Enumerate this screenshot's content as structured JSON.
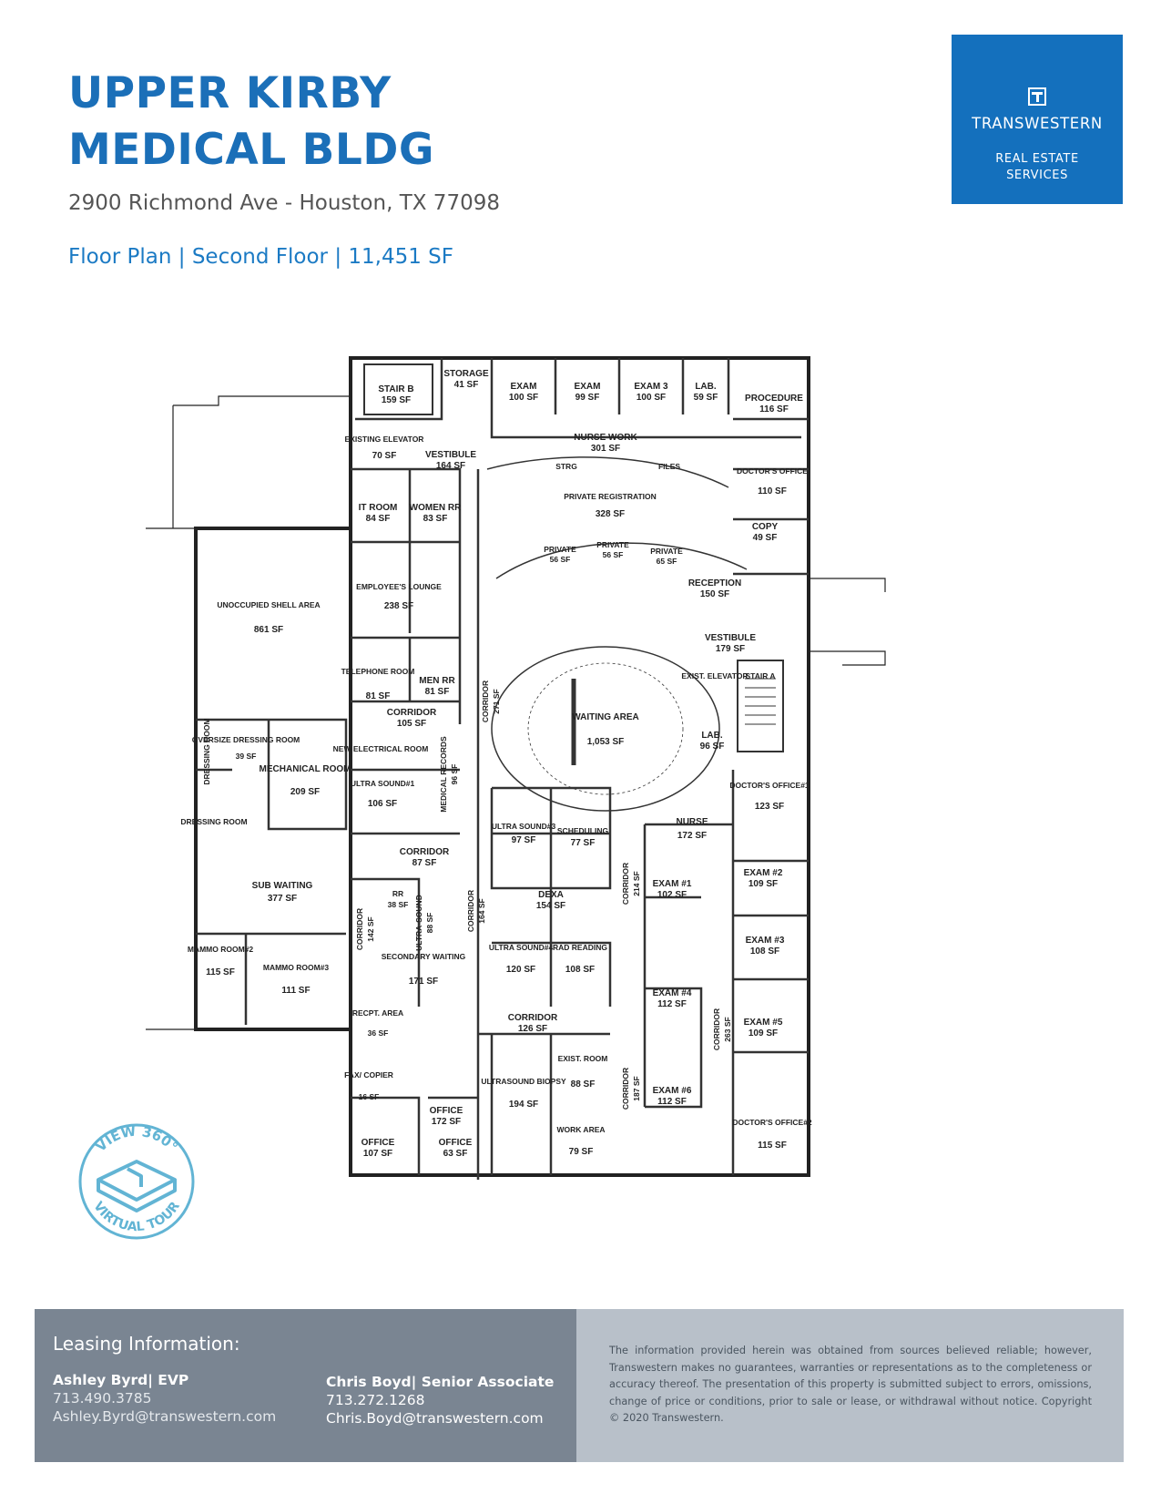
{
  "header": {
    "title_line1": "UPPER KIRBY",
    "title_line2": "MEDICAL BLDG",
    "address": "2900 Richmond Ave - Houston, TX 77098",
    "floor_info": "Floor Plan | Second Floor | 11,451 SF"
  },
  "logo": {
    "brand": "TRANSWESTERN",
    "tagline": "REAL ESTATE SERVICES",
    "colors": {
      "background": "#1470bd",
      "text": "#ffffff"
    }
  },
  "floorplan": {
    "rooms": [
      {
        "name": "STAIR B",
        "area": "159 SF"
      },
      {
        "name": "STORAGE",
        "area": "41 SF"
      },
      {
        "name": "EXAM",
        "area": "100 SF"
      },
      {
        "name": "EXAM",
        "area": "99 SF"
      },
      {
        "name": "EXAM 3",
        "area": "100 SF"
      },
      {
        "name": "LAB.",
        "area": "59 SF"
      },
      {
        "name": "PROCEDURE",
        "area": "116 SF"
      },
      {
        "name": "EXISTING ELEVATOR",
        "area": "70 SF"
      },
      {
        "name": "VESTIBULE",
        "area": "164 SF"
      },
      {
        "name": "NURSE WORK",
        "area": "301 SF"
      },
      {
        "name": "DOCTOR'S OFFICE",
        "area": "110 SF"
      },
      {
        "name": "IT ROOM",
        "area": "84 SF"
      },
      {
        "name": "WOMEN RR",
        "area": "83 SF"
      },
      {
        "name": "PRIVATE REGISTRATION",
        "area": "328 SF"
      },
      {
        "name": "COPY",
        "area": "49 SF"
      },
      {
        "name": "PRIVATE",
        "area": "56 SF"
      },
      {
        "name": "PRIVATE",
        "area": "56 SF"
      },
      {
        "name": "PRIVATE",
        "area": "65 SF"
      },
      {
        "name": "UNOCCUPIED SHELL AREA",
        "area": "861 SF"
      },
      {
        "name": "EMPLOYEE'S LOUNGE",
        "area": "238 SF"
      },
      {
        "name": "RECEPTION",
        "area": "150 SF"
      },
      {
        "name": "VESTIBULE",
        "area": "179 SF"
      },
      {
        "name": "TELEPHONE ROOM",
        "area": "81 SF"
      },
      {
        "name": "MEN RR",
        "area": "81 SF"
      },
      {
        "name": "CORRIDOR",
        "area": "271 SF"
      },
      {
        "name": "EXIST. ELEVATOR",
        "area": ""
      },
      {
        "name": "STAIR A",
        "area": ""
      },
      {
        "name": "WAITING AREA",
        "area": "1,053 SF"
      },
      {
        "name": "CORRIDOR",
        "area": "105 SF"
      },
      {
        "name": "LAB.",
        "area": "96 SF"
      },
      {
        "name": "OVERSIZE DRESSING ROOM",
        "area": "39 SF"
      },
      {
        "name": "MECHANICAL ROOM",
        "area": "209 SF"
      },
      {
        "name": "NEW ELECTRICAL ROOM",
        "area": ""
      },
      {
        "name": "MEDICAL RECORDS",
        "area": "96 SF"
      },
      {
        "name": "ULTRA SOUND#1",
        "area": "106 SF"
      },
      {
        "name": "DOCTOR'S OFFICE#1",
        "area": "123 SF"
      },
      {
        "name": "ULTRA SOUND#3",
        "area": "97 SF"
      },
      {
        "name": "SCHEDULING",
        "area": "77 SF"
      },
      {
        "name": "NURSE",
        "area": "172 SF"
      },
      {
        "name": "CORRIDOR",
        "area": "87 SF"
      },
      {
        "name": "CORRIDOR",
        "area": "214 SF"
      },
      {
        "name": "EXAM #1",
        "area": "102 SF"
      },
      {
        "name": "EXAM #2",
        "area": "109 SF"
      },
      {
        "name": "SUB WAITING",
        "area": "377 SF"
      },
      {
        "name": "RR",
        "area": "38 SF"
      },
      {
        "name": "ULTRA-SOUND",
        "area": "88 SF"
      },
      {
        "name": "CORRIDOR",
        "area": "142 SF"
      },
      {
        "name": "CORRIDOR",
        "area": "164 SF"
      },
      {
        "name": "DEXA",
        "area": "154 SF"
      },
      {
        "name": "EXAM #3",
        "area": "108 SF"
      },
      {
        "name": "MAMMO ROOM#2",
        "area": "115 SF"
      },
      {
        "name": "MAMMO ROOM#3",
        "area": "111 SF"
      },
      {
        "name": "SECONDARY WAITING",
        "area": "171 SF"
      },
      {
        "name": "ULTRA SOUND#4",
        "area": "120 SF"
      },
      {
        "name": "RAD READING",
        "area": "108 SF"
      },
      {
        "name": "EXAM #4",
        "area": "112 SF"
      },
      {
        "name": "CORRIDOR",
        "area": "263 SF"
      },
      {
        "name": "RECPT. AREA",
        "area": "36 SF"
      },
      {
        "name": "CORRIDOR",
        "area": "126 SF"
      },
      {
        "name": "EXAM #5",
        "area": "109 SF"
      },
      {
        "name": "FAX/ COPIER",
        "area": "16 SF"
      },
      {
        "name": "ULTRASOUND BIOPSY",
        "area": "194 SF"
      },
      {
        "name": "EXIST. ROOM",
        "area": "88 SF"
      },
      {
        "name": "CORRIDOR",
        "area": "187 SF"
      },
      {
        "name": "EXAM #6",
        "area": "112 SF"
      },
      {
        "name": "OFFICE",
        "area": "172 SF"
      },
      {
        "name": "OFFICE",
        "area": "107 SF"
      },
      {
        "name": "OFFICE",
        "area": "63 SF"
      },
      {
        "name": "WORK AREA",
        "area": "79 SF"
      },
      {
        "name": "DOCTOR'S OFFICE#2",
        "area": "115 SF"
      },
      {
        "name": "DRESSING ROOM",
        "area": ""
      },
      {
        "name": "DRESSING ROOM",
        "area": ""
      },
      {
        "name": "STRG",
        "area": ""
      },
      {
        "name": "FILES",
        "area": ""
      }
    ]
  },
  "virtual_tour": {
    "top_text": "VIEW 360°",
    "bottom_text": "VIRTUAL TOUR",
    "color": "#62b4d4"
  },
  "footer": {
    "leasing_heading": "Leasing Information:",
    "agents": [
      {
        "name": "Ashley Byrd| EVP",
        "phone": "713.490.3785",
        "email": "Ashley.Byrd@transwestern.com"
      },
      {
        "name": "Chris Boyd| Senior Associate",
        "phone": "713.272.1268",
        "email": "Chris.Boyd@transwestern.com"
      }
    ],
    "disclaimer": "The information provided herein was obtained from sources believed reliable; however, Transwestern makes no guarantees, warranties or representations as to the completeness or accuracy thereof. The presentation of this property is submitted subject to errors, omissions, change of price or conditions, prior to sale or lease, or withdrawal without notice. Copyright © 2020 Transwestern."
  }
}
